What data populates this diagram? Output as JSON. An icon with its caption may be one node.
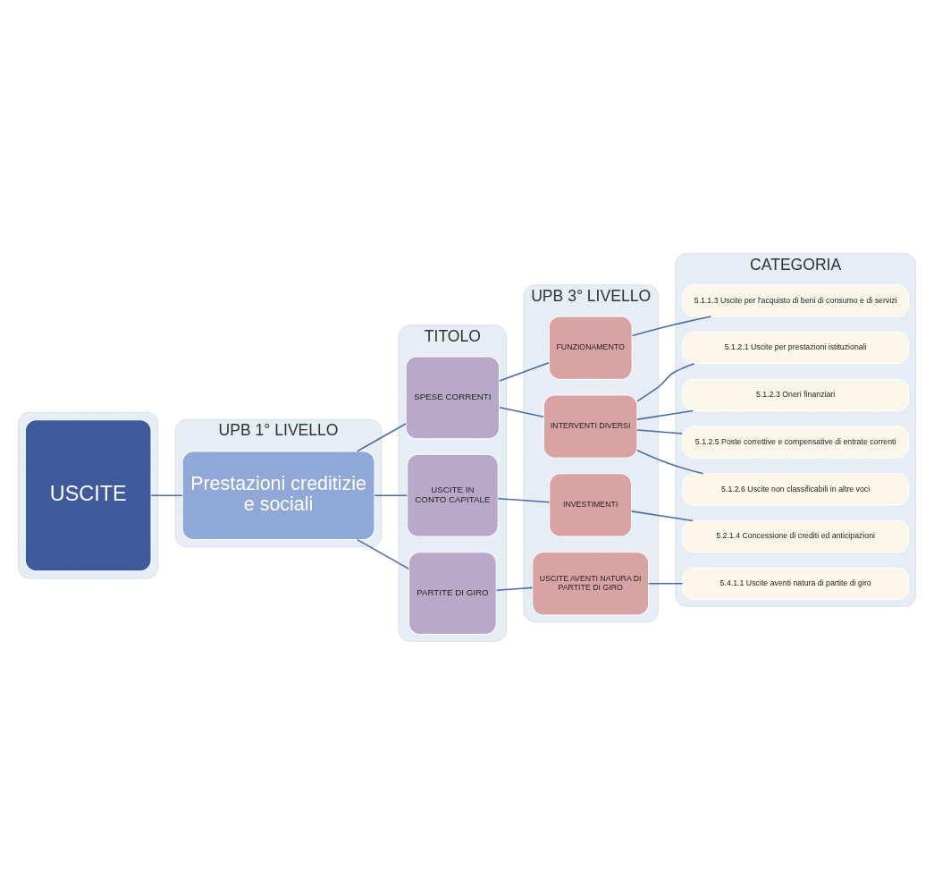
{
  "diagram": {
    "nodes": [
      {
        "text": [],
        "shape": "box"
      },
      {
        "text": [
          "UPB 1° LIVELLO"
        ]
      },
      {
        "text": [
          "TITOLO"
        ]
      },
      {
        "text": [
          "UPB 3° LIVELLO"
        ]
      },
      {
        "text": [
          "CATEGORIA"
        ]
      },
      {
        "text": [
          "USCITE"
        ],
        "in": 0
      },
      {
        "text": [
          "Prestazioni creditizie e sociali"
        ],
        "in": 1
      },
      {
        "text": [
          "SPESE CORRENTI"
        ],
        "in": 2
      },
      {
        "text": [
          "USCITE IN CONTO CAPITALE"
        ],
        "in": 2
      },
      {
        "text": [
          "PARTITE DI GIRO"
        ],
        "in": 2
      },
      {
        "text": [
          "FUNZIONAMENTO"
        ],
        "in": 3
      },
      {
        "text": [
          "INTERVENTI DIVERSI"
        ],
        "in": 3
      },
      {
        "text": [
          "INVESTIMENTI"
        ],
        "in": 3
      },
      {
        "text": [
          "USCITE AVENTI NATURA DI PARTITE DI GIRO"
        ],
        "in": 3
      },
      {
        "text": [
          "5.1.1.3 Uscite per l'acquisto di beni di consumo e di servizi"
        ],
        "in": 4
      },
      {
        "text": [
          "5.1.2.1 Uscite per prestazioni istituzionali"
        ],
        "in": 4
      },
      {
        "text": [
          "5.1.2.3 Oneri finanziari"
        ],
        "in": 4
      },
      {
        "text": [
          "5.1.2.5 Poste correttive e compensative di entrate correnti"
        ],
        "in": 4
      },
      {
        "text": [
          "5.1.2.6 Uscite non classificabili in altre voci"
        ],
        "in": 4
      },
      {
        "text": [
          "5.2.1.4 Concessione di crediti ed anticipazioni"
        ],
        "in": 4
      },
      {
        "text": [
          "5.4.1.1 Uscite aventi natura di partite di giro"
        ],
        "in": 4
      }
    ],
    "edges": [
      {
        "from": 5,
        "to": 6,
        "arrow": "none"
      },
      {
        "from": 6,
        "to": 7,
        "arrow": "none"
      },
      {
        "from": 6,
        "to": 8,
        "arrow": "none"
      },
      {
        "from": 6,
        "to": 9,
        "arrow": "none"
      },
      {
        "from": 7,
        "to": 10,
        "arrow": "none"
      },
      {
        "from": 7,
        "to": 11,
        "arrow": "none"
      },
      {
        "from": 8,
        "to": 12,
        "arrow": "none"
      },
      {
        "from": 9,
        "to": 13,
        "arrow": "none"
      },
      {
        "from": 10,
        "to": 14,
        "arrow": "none"
      },
      {
        "from": 11,
        "to": 15,
        "arrow": "none"
      },
      {
        "from": 11,
        "to": 16,
        "arrow": "none"
      },
      {
        "from": 11,
        "to": 17,
        "arrow": "none"
      },
      {
        "from": 11,
        "to": 18,
        "arrow": "none"
      },
      {
        "from": 12,
        "to": 19,
        "arrow": "none"
      },
      {
        "from": 13,
        "to": 20,
        "arrow": "none"
      }
    ]
  }
}
